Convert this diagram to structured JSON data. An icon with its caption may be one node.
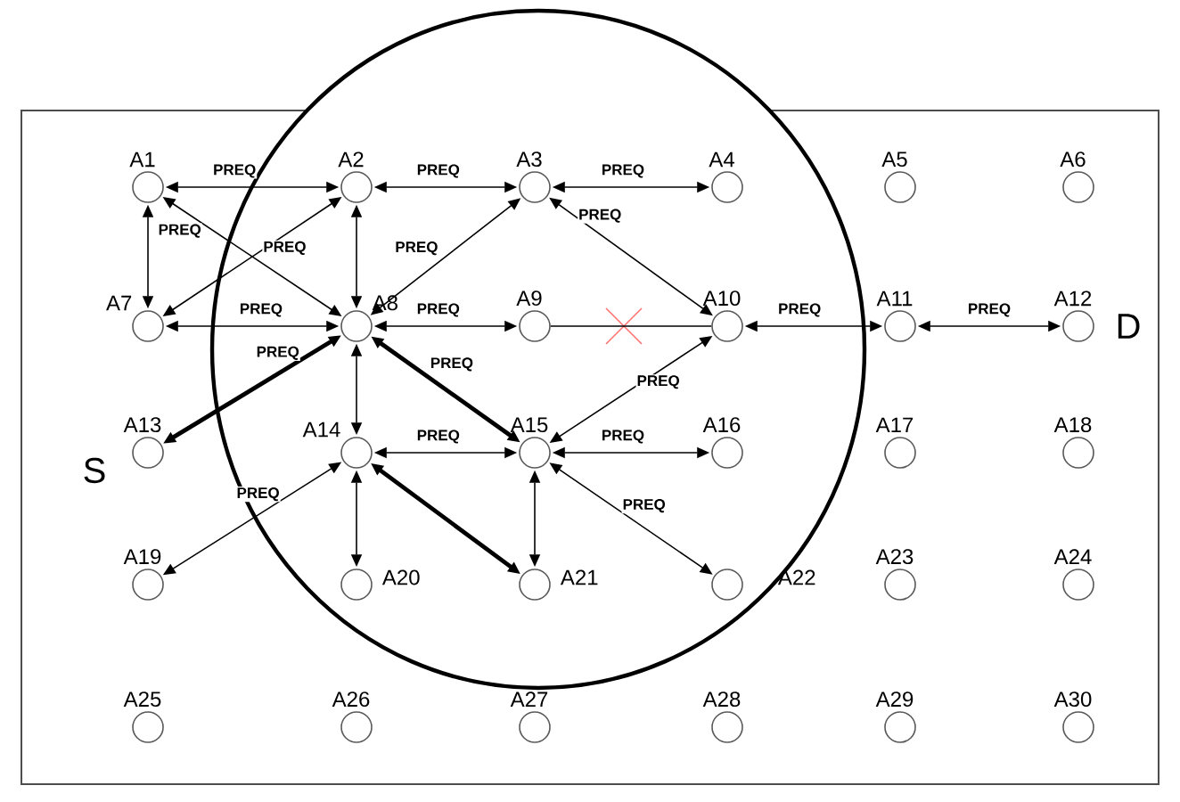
{
  "diagram": {
    "nodes": [
      {
        "text": [
          "A1"
        ]
      },
      {
        "text": [
          "A2"
        ]
      },
      {
        "text": [
          "A3"
        ]
      },
      {
        "text": [
          "A4"
        ]
      },
      {
        "text": [
          "A5"
        ]
      },
      {
        "text": [
          "A6"
        ]
      },
      {
        "text": [
          "A7"
        ]
      },
      {
        "text": [
          "A8"
        ]
      },
      {
        "text": [
          "A9"
        ]
      },
      {
        "text": [
          "A10"
        ]
      },
      {
        "text": [
          "A11"
        ]
      },
      {
        "text": [
          "A12"
        ],
        "beside": [
          "D"
        ]
      },
      {
        "text": [
          "A13"
        ],
        "beside": [
          "S"
        ]
      },
      {
        "text": [
          "A14"
        ]
      },
      {
        "text": [
          "A15"
        ]
      },
      {
        "text": [
          "A16"
        ]
      },
      {
        "text": [
          "A17"
        ]
      },
      {
        "text": [
          "A18"
        ]
      },
      {
        "text": [
          "A19"
        ]
      },
      {
        "text": [
          "A20"
        ]
      },
      {
        "text": [
          "A21"
        ]
      },
      {
        "text": [
          "A22"
        ]
      },
      {
        "text": [
          "A23"
        ]
      },
      {
        "text": [
          "A24"
        ]
      },
      {
        "text": [
          "A25"
        ]
      },
      {
        "text": [
          "A26"
        ]
      },
      {
        "text": [
          "A27"
        ]
      },
      {
        "text": [
          "A28"
        ]
      },
      {
        "text": [
          "A29"
        ]
      },
      {
        "text": [
          "A30"
        ]
      }
    ],
    "edges": [
      {
        "from": 0,
        "to": 1,
        "arrow": "both",
        "label": "PREQ"
      },
      {
        "from": 1,
        "to": 2,
        "arrow": "both",
        "label": "PREQ"
      },
      {
        "from": 2,
        "to": 3,
        "arrow": "both",
        "label": "PREQ"
      },
      {
        "from": 0,
        "to": 6,
        "arrow": "both"
      },
      {
        "from": 6,
        "to": 1,
        "arrow": "both",
        "label": "PREQ"
      },
      {
        "from": 0,
        "to": 7,
        "arrow": "both",
        "label": "PREQ"
      },
      {
        "from": 6,
        "to": 7,
        "arrow": "both",
        "label": "PREQ"
      },
      {
        "from": 1,
        "to": 7,
        "arrow": "both"
      },
      {
        "from": 7,
        "to": 2,
        "arrow": "both",
        "label": "PREQ"
      },
      {
        "from": 7,
        "to": 8,
        "arrow": "both",
        "label": "PREQ"
      },
      {
        "from": 8,
        "to": 9,
        "arrow": "none"
      },
      {
        "from": 2,
        "to": 9,
        "arrow": "both",
        "label": "PREQ"
      },
      {
        "from": 9,
        "to": 10,
        "arrow": "both",
        "label": "PREQ"
      },
      {
        "from": 10,
        "to": 11,
        "arrow": "both",
        "label": "PREQ"
      },
      {
        "from": 7,
        "to": 12,
        "arrow": "both",
        "label": "PREQ",
        "style": "thick"
      },
      {
        "from": 7,
        "to": 13,
        "arrow": "both"
      },
      {
        "from": 7,
        "to": 14,
        "arrow": "both",
        "label": "PREQ",
        "style": "thick"
      },
      {
        "from": 14,
        "to": 9,
        "arrow": "both",
        "label": "PREQ"
      },
      {
        "from": 13,
        "to": 14,
        "arrow": "both",
        "label": "PREQ"
      },
      {
        "from": 14,
        "to": 15,
        "arrow": "both",
        "label": "PREQ"
      },
      {
        "from": 13,
        "to": 18,
        "arrow": "both",
        "label": "PREQ"
      },
      {
        "from": 13,
        "to": 19,
        "arrow": "both"
      },
      {
        "from": 13,
        "to": 20,
        "arrow": "both",
        "style": "thick"
      },
      {
        "from": 14,
        "to": 20,
        "arrow": "both"
      },
      {
        "from": 14,
        "to": 21,
        "arrow": "both",
        "label": "PREQ"
      }
    ]
  }
}
